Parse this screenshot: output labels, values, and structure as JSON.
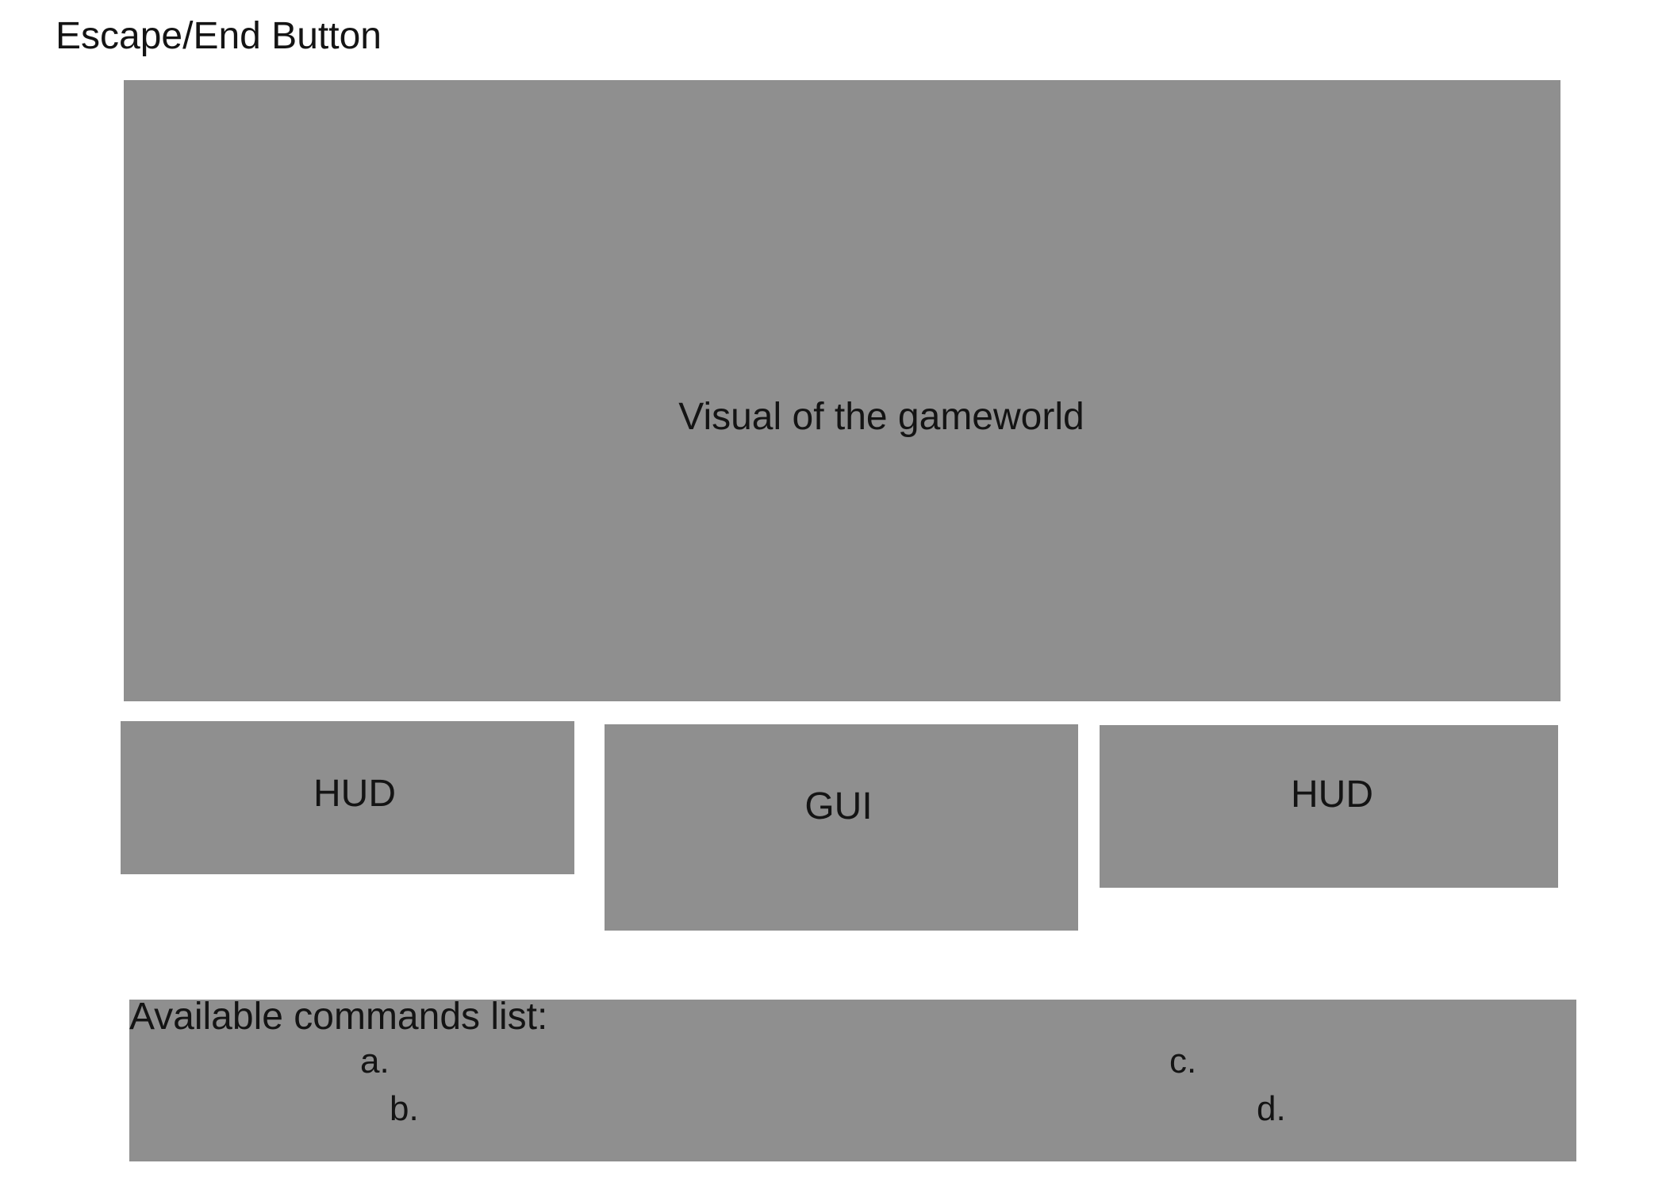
{
  "escape_button": {
    "label": "Escape/End Button"
  },
  "gameworld": {
    "label": "Visual of the gameworld"
  },
  "hud_left": {
    "label": "HUD"
  },
  "gui": {
    "label": "GUI"
  },
  "hud_right": {
    "label": "HUD"
  },
  "commands": {
    "title": "Available commands list:",
    "items": [
      "a.",
      "b.",
      "c.",
      "d."
    ]
  },
  "colors": {
    "panel": "#8f8f8f",
    "background": "#ffffff",
    "text": "#141414"
  }
}
